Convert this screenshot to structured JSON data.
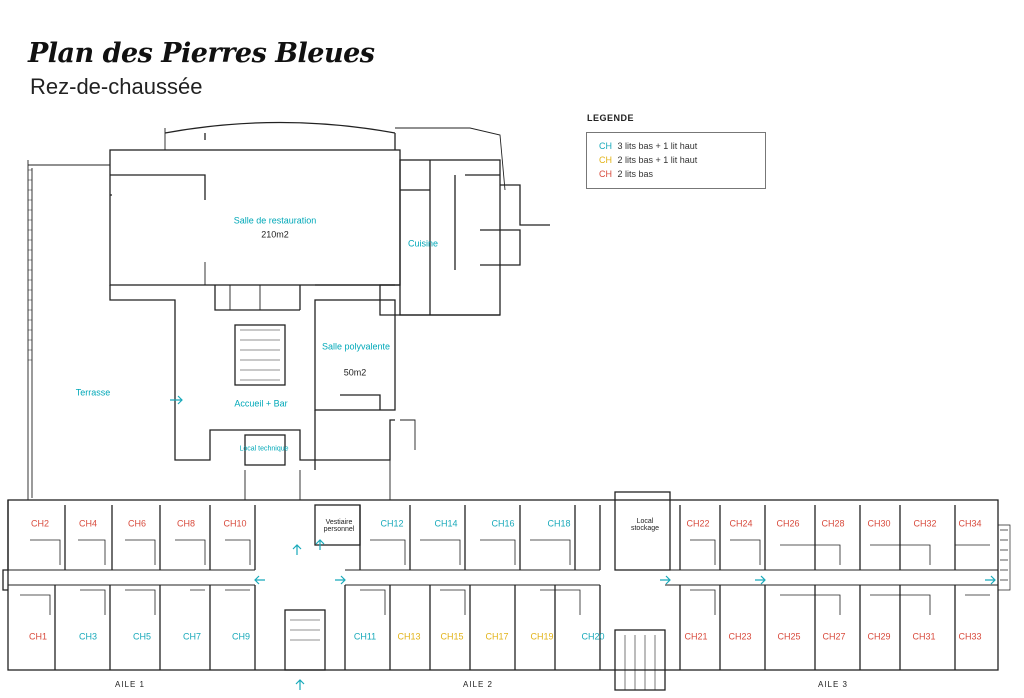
{
  "header": {
    "title": "Plan des Pierres Bleues",
    "subtitle": "Rez-de-chaussée"
  },
  "legend": {
    "heading": "LEGENDE",
    "items": [
      {
        "code": "CH",
        "label": "3 lits bas + 1 lit haut",
        "color": "#18a9ba"
      },
      {
        "code": "CH",
        "label": "2 lits bas + 1 lit haut",
        "color": "#e2b318"
      },
      {
        "code": "CH",
        "label": "2 lits bas",
        "color": "#d84a3c"
      }
    ]
  },
  "areas": {
    "restauration": {
      "name": "Salle de restauration",
      "size": "210m2"
    },
    "cuisine": {
      "name": "Cuisine"
    },
    "polyvalente": {
      "name": "Salle polyvalente",
      "size": "50m2"
    },
    "terrasse": {
      "name": "Terrasse"
    },
    "accueil": {
      "name": "Accueil + Bar"
    },
    "local_technique": {
      "name": "Local technique"
    },
    "vestiaire": {
      "name": "Vestiaire personnel"
    },
    "local_stockage": {
      "name": "Local stockage"
    }
  },
  "wings": {
    "aile1": "AILE 1",
    "aile2": "AILE 2",
    "aile3": "AILE 3"
  },
  "rooms_top": [
    {
      "label": "CH2",
      "type": "red"
    },
    {
      "label": "CH4",
      "type": "red"
    },
    {
      "label": "CH6",
      "type": "red"
    },
    {
      "label": "CH8",
      "type": "red"
    },
    {
      "label": "CH10",
      "type": "red"
    },
    {
      "label": "CH12",
      "type": "cyan"
    },
    {
      "label": "CH14",
      "type": "cyan"
    },
    {
      "label": "CH16",
      "type": "cyan"
    },
    {
      "label": "CH18",
      "type": "cyan"
    },
    {
      "label": "CH22",
      "type": "red"
    },
    {
      "label": "CH24",
      "type": "red"
    },
    {
      "label": "CH26",
      "type": "red"
    },
    {
      "label": "CH28",
      "type": "red"
    },
    {
      "label": "CH30",
      "type": "red"
    },
    {
      "label": "CH32",
      "type": "red"
    },
    {
      "label": "CH34",
      "type": "red"
    }
  ],
  "rooms_bottom": [
    {
      "label": "CH1",
      "type": "red"
    },
    {
      "label": "CH3",
      "type": "cyan"
    },
    {
      "label": "CH5",
      "type": "cyan"
    },
    {
      "label": "CH7",
      "type": "cyan"
    },
    {
      "label": "CH9",
      "type": "cyan"
    },
    {
      "label": "CH11",
      "type": "cyan"
    },
    {
      "label": "CH13",
      "type": "yellow"
    },
    {
      "label": "CH15",
      "type": "yellow"
    },
    {
      "label": "CH17",
      "type": "yellow"
    },
    {
      "label": "CH19",
      "type": "yellow"
    },
    {
      "label": "CH20",
      "type": "cyan"
    },
    {
      "label": "CH21",
      "type": "red"
    },
    {
      "label": "CH23",
      "type": "red"
    },
    {
      "label": "CH25",
      "type": "red"
    },
    {
      "label": "CH27",
      "type": "red"
    },
    {
      "label": "CH29",
      "type": "red"
    },
    {
      "label": "CH31",
      "type": "red"
    },
    {
      "label": "CH33",
      "type": "red"
    }
  ]
}
